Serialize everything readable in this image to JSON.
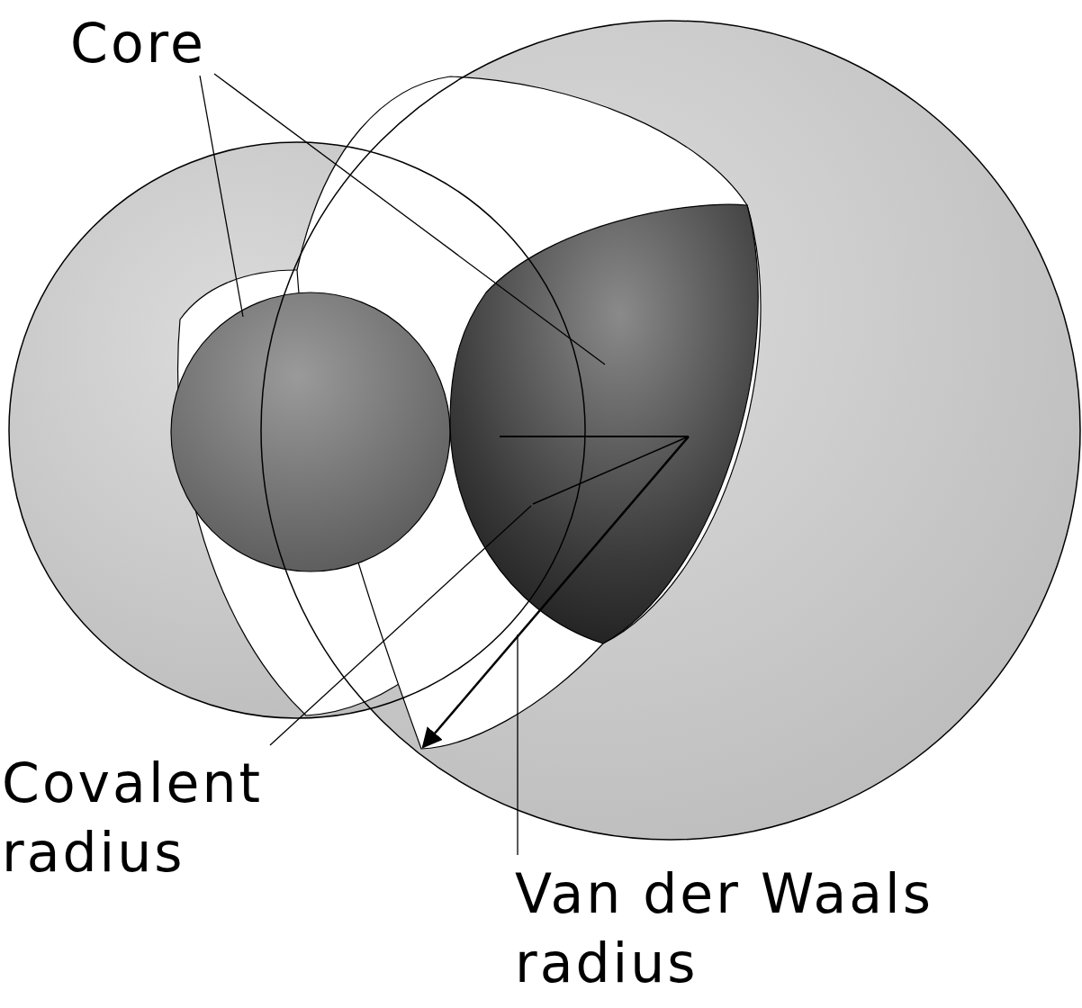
{
  "diagram": {
    "labels": [
      "Core",
      "Covalent radius",
      "Van der Waals radius"
    ]
  }
}
